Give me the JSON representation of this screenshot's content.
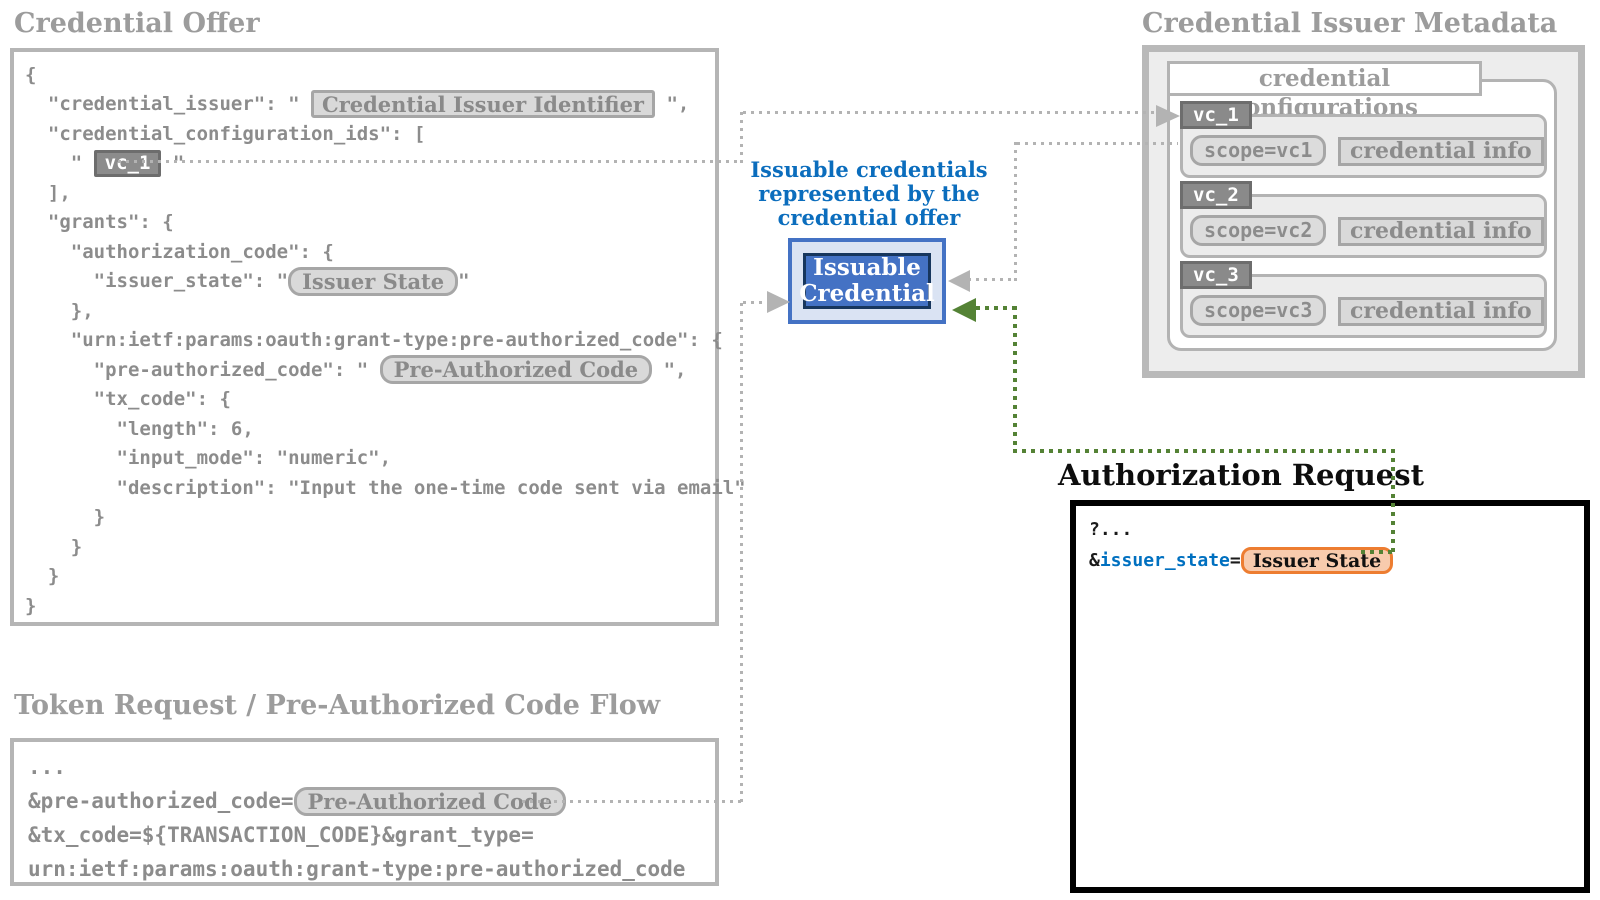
{
  "credential_offer": {
    "title": "Credential Offer",
    "code": [
      [
        {
          "t": "{"
        }
      ],
      [
        {
          "t": "  \"credential_issuer\": \" "
        },
        {
          "chip": "chip-square",
          "t": "Credential Issuer Identifier",
          "n": "credential-issuer-identifier-chip"
        },
        {
          "t": " \","
        }
      ],
      [
        {
          "t": "  \"credential_configuration_ids\": ["
        }
      ],
      [
        {
          "t": "    \" "
        },
        {
          "chip": "chip-dark",
          "t": "vc_1",
          "n": "vc1-chip"
        },
        {
          "t": " \""
        }
      ],
      [
        {
          "t": "  ],"
        }
      ],
      [
        {
          "t": "  \"grants\": {"
        }
      ],
      [
        {
          "t": "    \"authorization_code\": {"
        }
      ],
      [
        {
          "t": "      \"issuer_state\": \""
        },
        {
          "chip": "chip-round",
          "t": "Issuer State",
          "n": "issuer-state-chip"
        },
        {
          "t": "\""
        }
      ],
      [
        {
          "t": "    },"
        }
      ],
      [
        {
          "t": "    \"urn:ietf:params:oauth:grant-type:pre-authorized_code\": {"
        }
      ],
      [
        {
          "t": "      \"pre-authorized_code\": \" "
        },
        {
          "chip": "chip-round",
          "t": "Pre-Authorized Code",
          "n": "pre-authorized-code-chip"
        },
        {
          "t": " \","
        }
      ],
      [
        {
          "t": "      \"tx_code\": {"
        }
      ],
      [
        {
          "t": "        \"length\": 6,"
        }
      ],
      [
        {
          "t": "        \"input_mode\": \"numeric\","
        }
      ],
      [
        {
          "t": "        \"description\": \"Input the one-time code sent via email\""
        }
      ],
      [
        {
          "t": "      }"
        }
      ],
      [
        {
          "t": "    }"
        }
      ],
      [
        {
          "t": "  }"
        }
      ],
      [
        {
          "t": "}"
        }
      ]
    ]
  },
  "token_request": {
    "title": "Token Request / Pre-Authorized Code Flow",
    "code": [
      [
        {
          "t": "..."
        }
      ],
      [
        {
          "t": "&pre-authorized_code="
        },
        {
          "chip": "chip-round",
          "t": "Pre-Authorized Code",
          "n": "pre-authorized-code-chip"
        }
      ],
      [
        {
          "t": "&tx_code=${TRANSACTION_CODE}&grant_type="
        }
      ],
      [
        {
          "t": "urn:ietf:params:oauth:grant-type:pre-authorized_code"
        }
      ]
    ]
  },
  "issuable": {
    "caption": "Issuable credentials\nrepresented by the\ncredential offer",
    "box_label": "Issuable\nCredential"
  },
  "metadata": {
    "title": "Credential Issuer Metadata",
    "label": "credential configurations",
    "rows": [
      {
        "id": "vc_1",
        "scope": "scope=vc1",
        "info": "credential info"
      },
      {
        "id": "vc_2",
        "scope": "scope=vc2",
        "info": "credential info"
      },
      {
        "id": "vc_3",
        "scope": "scope=vc3",
        "info": "credential info"
      }
    ]
  },
  "authorization_request": {
    "title": "Authorization Request",
    "code": [
      [
        {
          "t": "?..."
        }
      ],
      [
        {
          "t": "&"
        },
        {
          "t": "issuer_state",
          "color": "blue"
        },
        {
          "t": "="
        },
        {
          "chip": "chip-orange",
          "t": "Issuer State",
          "n": "issuer-state-chip"
        }
      ]
    ]
  },
  "colors": {
    "accent_blue": "#0b6dbd",
    "box_blue": "#4472c4",
    "box_blue_fill": "#dae3f3",
    "navy_border": "#17365d",
    "green": "#548235",
    "orange": "#ed7d31",
    "orange_fill": "#f8cbad",
    "gray_border": "#b3b3b3",
    "gray_text": "#8c8c8c",
    "code_blue": "#0070c0"
  }
}
